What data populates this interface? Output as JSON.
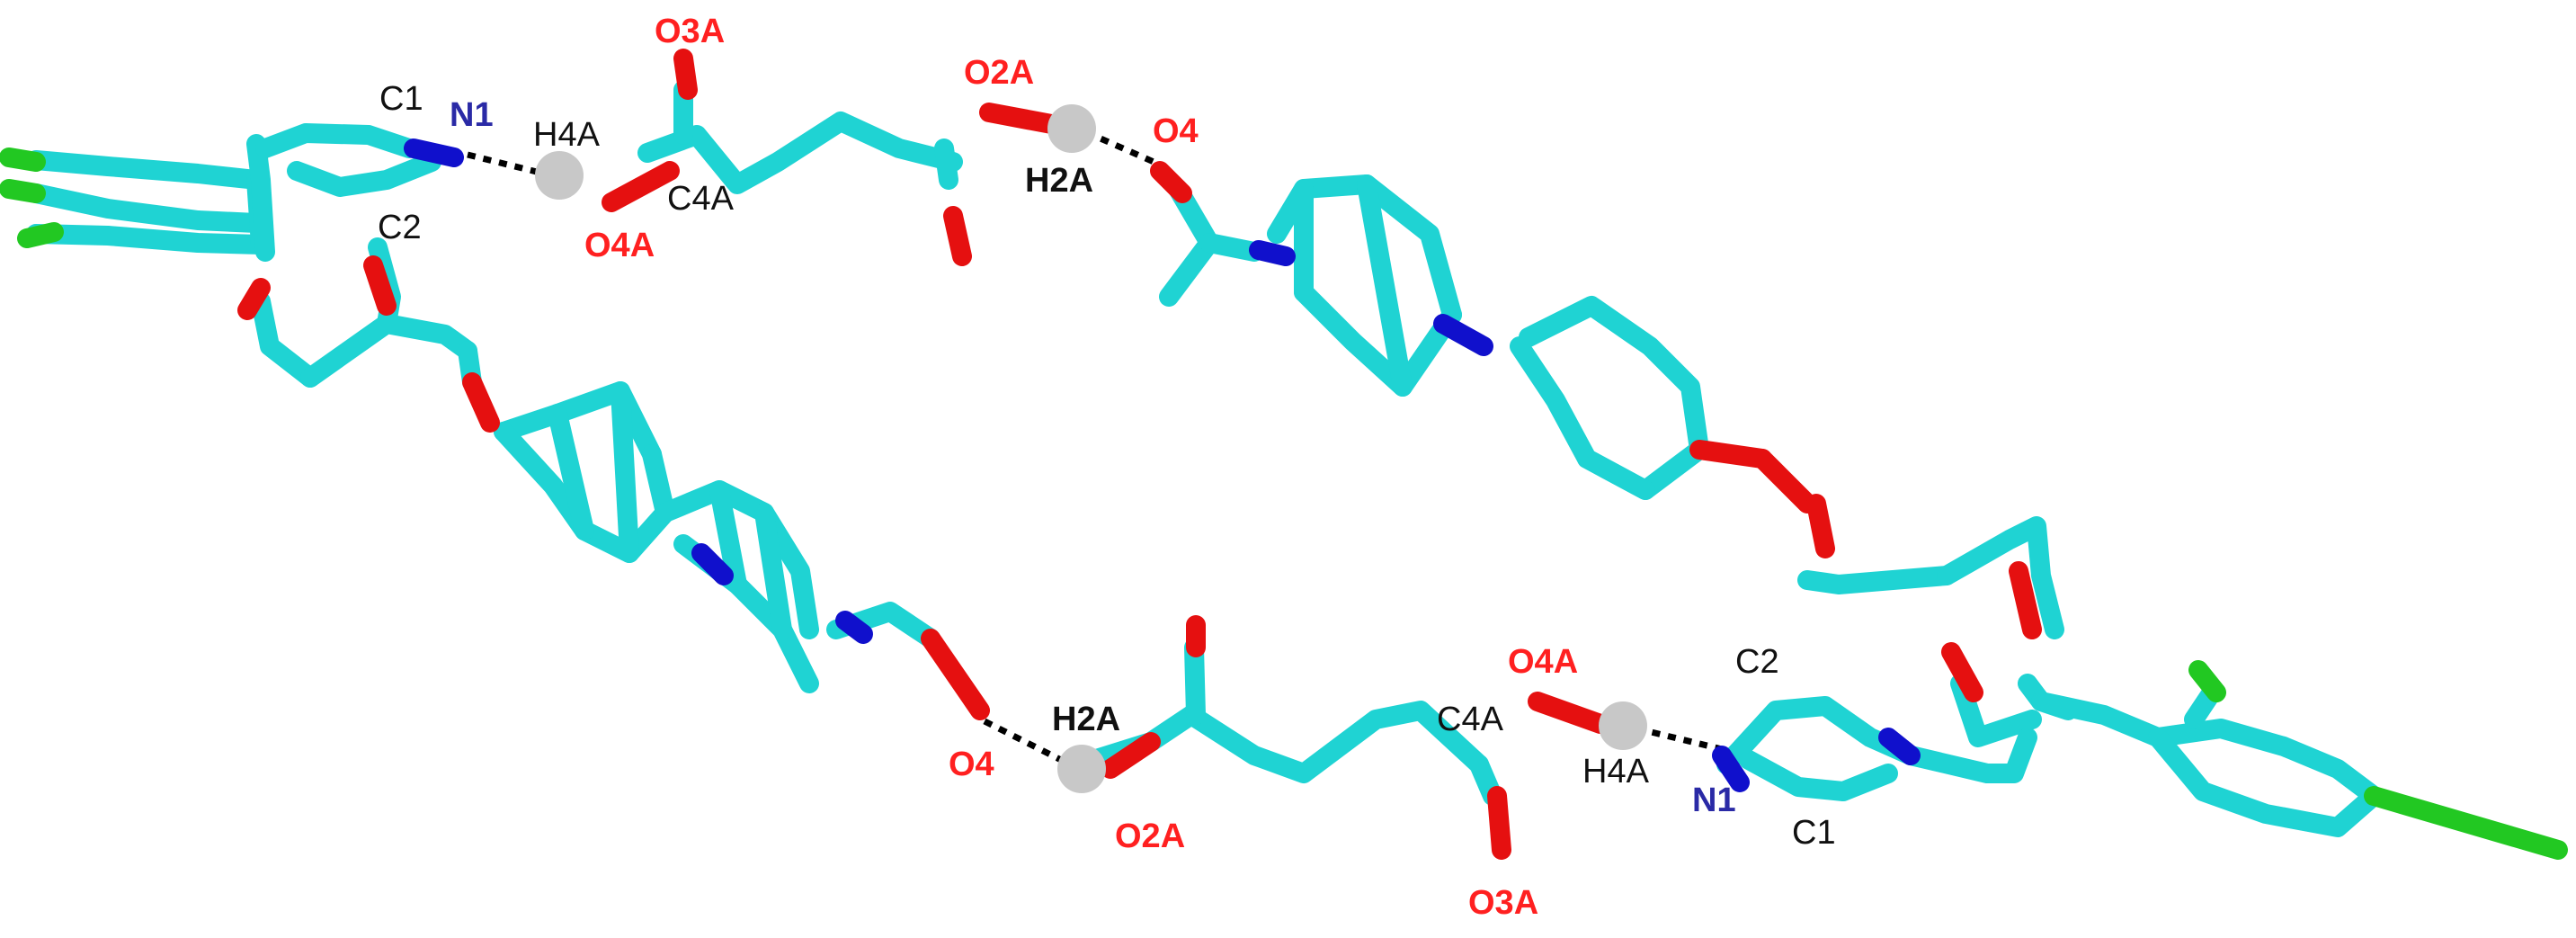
{
  "colors": {
    "carbon": "#1fd3d3",
    "oxygen": "#e51010",
    "nitrogen": "#1010cc",
    "chlorine": "#22c822",
    "hydrogen": "#c8c8c8",
    "label_oxygen": "#ff2020",
    "label_nitrogen": "#2a2aa6",
    "label_carbon": "#111111"
  },
  "labels": {
    "top_c1": "C1",
    "top_n1": "N1",
    "top_h4a": "H4A",
    "top_o3a": "O3A",
    "top_o2a": "O2A",
    "top_o4": "O4",
    "top_c2": "C2",
    "top_c4a": "C4A",
    "top_h2a": "H2A",
    "top_o4a": "O4A",
    "bot_o4a": "O4A",
    "bot_c2": "C2",
    "bot_h2a": "H2A",
    "bot_c4a": "C4A",
    "bot_o4": "O4",
    "bot_h4a": "H4A",
    "bot_o2a": "O2A",
    "bot_n1": "N1",
    "bot_c1": "C1",
    "bot_o3a": "O3A"
  }
}
